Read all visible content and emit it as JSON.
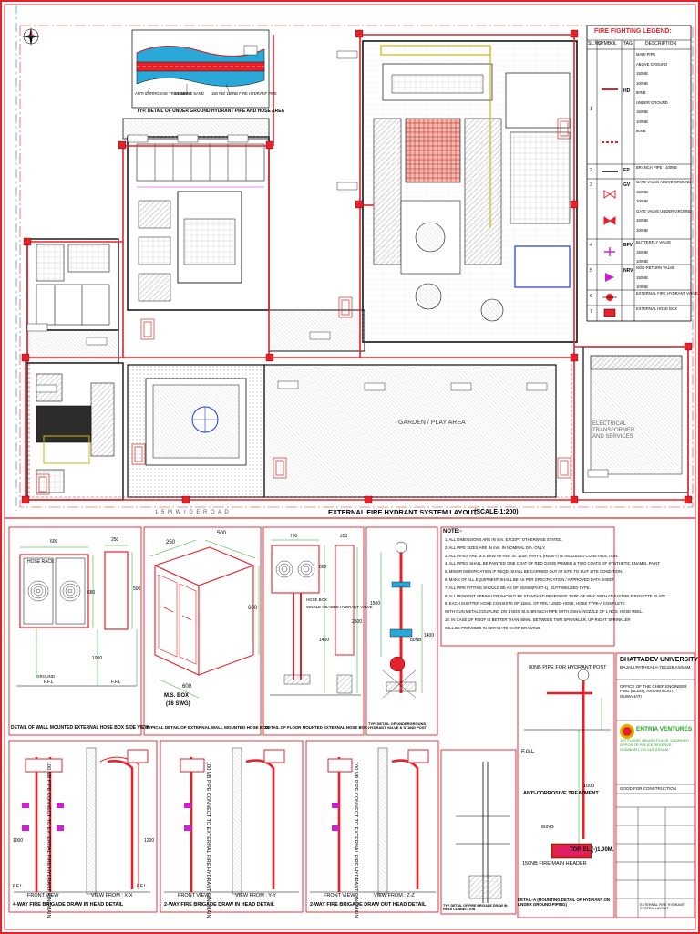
{
  "legend": {
    "title": "FIRE FIGHTING LEGEND:",
    "headers": [
      "SL.NO.",
      "SYMBOL",
      "TAG",
      "DESCRIPTION"
    ],
    "rows": [
      {
        "no": "1",
        "tag": "HD",
        "items": [
          "MAIN PIPE",
          "ABOVE GROUND",
          "150NB",
          "100NB",
          "80NB",
          "UNDER GROUND",
          "150NB",
          "100NB",
          "80NB"
        ]
      },
      {
        "no": "2",
        "tag": "EP",
        "items": [
          "BRANCH PIPE - 100NB"
        ]
      },
      {
        "no": "3",
        "tag": "GV",
        "items": [
          "GATE VALVE ABOVE GROUND",
          "150NB",
          "100NB",
          "GATE VALVE UNDER GROUND",
          "150NB",
          "100NB"
        ]
      },
      {
        "no": "4",
        "tag": "BFV",
        "items": [
          "BUTTERFLY VALVE",
          "150NB",
          "100NB"
        ]
      },
      {
        "no": "5",
        "tag": "NRV",
        "items": [
          "NON-RETURN VALVE",
          "150NB",
          "100NB"
        ]
      },
      {
        "no": "6",
        "tag": "",
        "items": [
          "EXTERNAL FIRE HYDRANT VALVE"
        ]
      },
      {
        "no": "7",
        "tag": "",
        "items": [
          "EXTERNAL HOSE BOX"
        ]
      }
    ]
  },
  "main_plan": {
    "title": "EXTERNAL FIRE HYDRANT SYSTEM LAYOUT",
    "scale": "(SCALE-1:200)",
    "road_label": "1 5 M W I D E   R O A D",
    "garden_label": "GARDEN / PLAY AREA",
    "electrical_label": "ELECTRICAL TRANSFORMER AND SERVICES"
  },
  "top_detail": {
    "title": "TYP. DETAIL OF UNDER GROUND HYDRANT PIPE AND HOSE AREA",
    "labels": [
      "ANTI-CORROSIVE TREATMENT",
      "BEDDING SAND",
      "150 NB/ 100NB FIRE HYDRANT PIPE"
    ]
  },
  "notes": {
    "heading": "NOTE:-",
    "lines": [
      "1. ALL DIMENSIONS ARE IN mm. EXCEPT OTHERWISE STATED.",
      "2. ALL PIPE SIZES ARE IN mm. IN NOMINAL DIA. ONLY.",
      "3. ALL PIPES ARE M.S ERW AS PER IS: 1239, PART-1 (HEAVY) IS INCLUDED CONSTRUCTION.",
      "4. ALL PIPES SHALL BE PAINTED ONE COAT OF RED OXIDE PRIMER & TWO COATS OF SYNTHETIC ENAMEL PAINT.",
      "5. MINOR MODIFICATION IF REQD. SHALL BE CARRIED OUT AT SITE TO SUIT SITE CONDITION.",
      "6. MAKE OF ALL EQUIPMENT SHALL BE AS PER SPECIFICATION / APPROVED DATA SHEET.",
      "7. ALL PIPE FITTING SHOULD BE AS OF BS/GM(PART-1), BUTT WELDED TYPE.",
      "8. ALL PENDENT SPRINKLER SHOULD BE STANDARD RESPONSE TYPE OF 68oC WITH ADJUSTABLE ROSETTE PLATE.",
      "9. EACH SHUTTER HOSE CONSISTS OF 15mts. OF 'RRL' LINED HOSE, HOSE TYPE-A COMPLETE",
      "   WITH GUN METAL COUPLING ON 1 NOS. M.S. BRANCH PIPE WITH 20mm. NOZZLE OF 1 NOS. HOSE REEL.",
      "10. IN CASE OF ROOF IS BETTER THAN 40Mm. BETWEEN TWO SPRINKLER, UP-RIGHT SPRINKLER",
      "    WILL BE PROVIDED IN SEPARATE SHOP DRAWING."
    ]
  },
  "detail_1": {
    "title": "DETAIL OF WALL MOUNTED EXTERNAL HOSE BOX SIDE VIEW",
    "label_hose": "HOSE RACK",
    "label_ground": "GROUND",
    "dims": [
      "600",
      "250",
      "680",
      "1000",
      "500"
    ],
    "ffl": "F.F.L"
  },
  "detail_2": {
    "title": "TYPICAL DETAIL OF EXTERNAL WALL MOUNTED HOSE BOX",
    "dims": [
      "250",
      "500",
      "600",
      "600"
    ],
    "label_box": "M.S. BOX",
    "label_gauge": "(16 SWG)"
  },
  "detail_3": {
    "title": "DETAIL OF FLOOR MOUNTED EXTERNAL HOSE BOX",
    "dims": [
      "750",
      "250",
      "600",
      "1400",
      "2500"
    ],
    "labels": [
      "HOSE BOX",
      "SINGLE HEADED HYDRANT VALVE"
    ]
  },
  "detail_4": {
    "title": "TYP. DETAIL OF UNDERGROUND HYDRANT VALVE & STAND POST",
    "dims": [
      "1500",
      "80NB",
      "1400"
    ]
  },
  "detail_ug": {
    "labels": [
      "80NB PIPE FOR HYDRANT POST",
      "F.G.L",
      "ANTI-CORROSIVE TREATMENT",
      "80NB",
      "150NB FIRE MAIN HEADER"
    ],
    "dims": [
      "1000",
      "TOP. EL.(-)1.00M."
    ],
    "title": "DETAIL-A (MOUNTING DETAIL OF HYDRANT ON UNDER GROUND PIPING)"
  },
  "fb_details": [
    {
      "title": "4-WAY FIRE BRIGADE DRAW IN HEAD DETAIL",
      "front": "FRONT VIEW",
      "side": "VIEW FROM : X-X",
      "rot": "100 NB PIPE CONNECT TO EXTERNAL FIRE HYDRANT RINGMAIN"
    },
    {
      "title": "2-WAY FIRE BRIGADE DRAW IN HEAD DETAIL",
      "front": "FRONT VIEW",
      "side": "VIEW FROM : Y-Y",
      "rot": "100 NB PIPE CONNECT TO EXTERNAL FIRE HYDRANT RINGMAIN"
    },
    {
      "title": "2-WAY FIRE BRIGADE DRAW OUT HEAD DETAIL",
      "front": "FRONT VIEW",
      "side": "VIEW FROM : Z-Z",
      "rot": "100 NB PIPE CONNECT TO EXTERNAL FIRE HYDRANT RINGMAIN"
    }
  ],
  "fb_dims": [
    "1000",
    "1200",
    "F.F.L",
    "F.F.L"
  ],
  "section": {
    "title": "TYP. DETAIL OF FIRE BRIGADE DRAW IN HEAD CONNECTION"
  },
  "title_block": {
    "university": "BHATTADEV UNIVERSITY",
    "address": "BAJALI,PATHSALA-781325,ASSAM",
    "client": "OFFICE OF THE CHIEF ENGINEER PWD (BLDG), ASSAM BOOT, GUWAHATI",
    "firm": "ENTRIA VENTURES",
    "firm_address": "1ST FLOOR, BIKASH PLACE, GAURHATI OPPOSITE POLICE RESERVE, GUWAHATI-781 015, ASSAM",
    "stamp": "GOOD FOR CONSTRUCTION",
    "sheet_title": "EXTERNAL FIRE HYDRANT SYSTEM LAYOUT"
  },
  "colors": {
    "pipe": "#e8202a",
    "ug_pipe": "#b0101a",
    "wall": "#111111",
    "hatch": "#9a9a9a",
    "green": "#1aa61a",
    "magenta": "#d21fd2",
    "blue": "#1a3cd6",
    "yellow": "#d6b400",
    "cyan": "#2aa8d8"
  }
}
